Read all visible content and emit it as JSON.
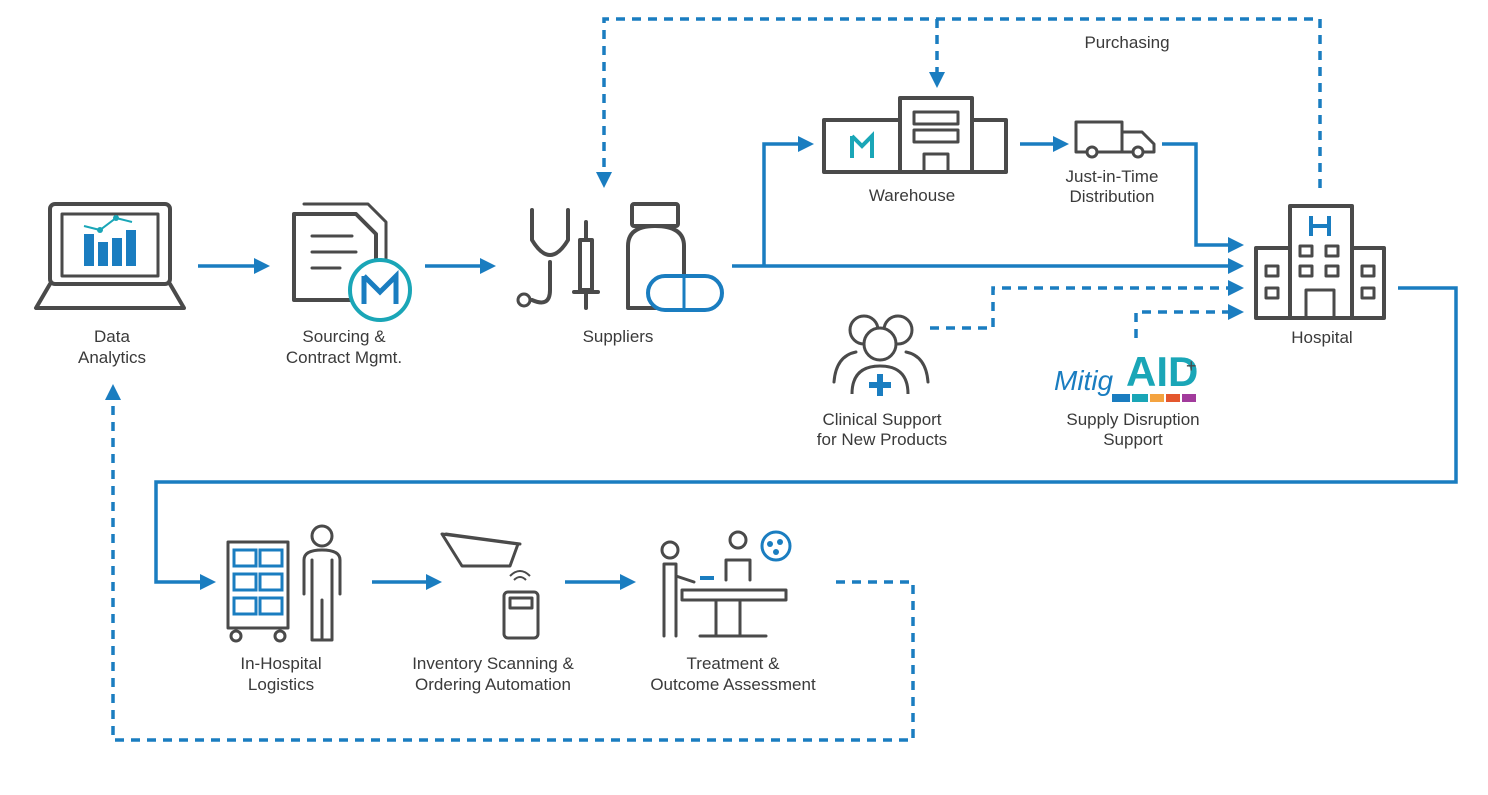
{
  "colors": {
    "flow": "#1a7dc0",
    "icon": "#4a4a4a",
    "teal": "#1aa6b7",
    "text": "#3a3a3a"
  },
  "nodes": {
    "data_analytics": {
      "line1": "Data",
      "line2": "Analytics"
    },
    "sourcing": {
      "line1": "Sourcing &",
      "line2": "Contract Mgmt."
    },
    "suppliers": {
      "line1": "Suppliers"
    },
    "warehouse": {
      "line1": "Warehouse"
    },
    "distribution": {
      "line1": "Just-in-Time",
      "line2": "Distribution"
    },
    "hospital": {
      "line1": "Hospital"
    },
    "purchasing": {
      "line1": "Purchasing"
    },
    "clinical_support": {
      "line1": "Clinical Support",
      "line2": "for New Products"
    },
    "mitigaid": {
      "brand_prefix": "Mitig",
      "brand_suffix": "AID",
      "plus": "+",
      "line1": "Supply Disruption",
      "line2": "Support"
    },
    "in_hospital": {
      "line1": "In-Hospital",
      "line2": "Logistics"
    },
    "inventory": {
      "line1": "Inventory Scanning &",
      "line2": "Ordering Automation"
    },
    "treatment": {
      "line1": "Treatment &",
      "line2": "Outcome Assessment"
    }
  },
  "icons": [
    "laptop-chart-icon",
    "contract-document-icon",
    "medical-supplies-icon",
    "warehouse-icon",
    "delivery-truck-icon",
    "hospital-icon",
    "clinicians-icon",
    "mitigaid-logo",
    "cart-person-icon",
    "scanner-bin-icon",
    "surgery-icon"
  ]
}
